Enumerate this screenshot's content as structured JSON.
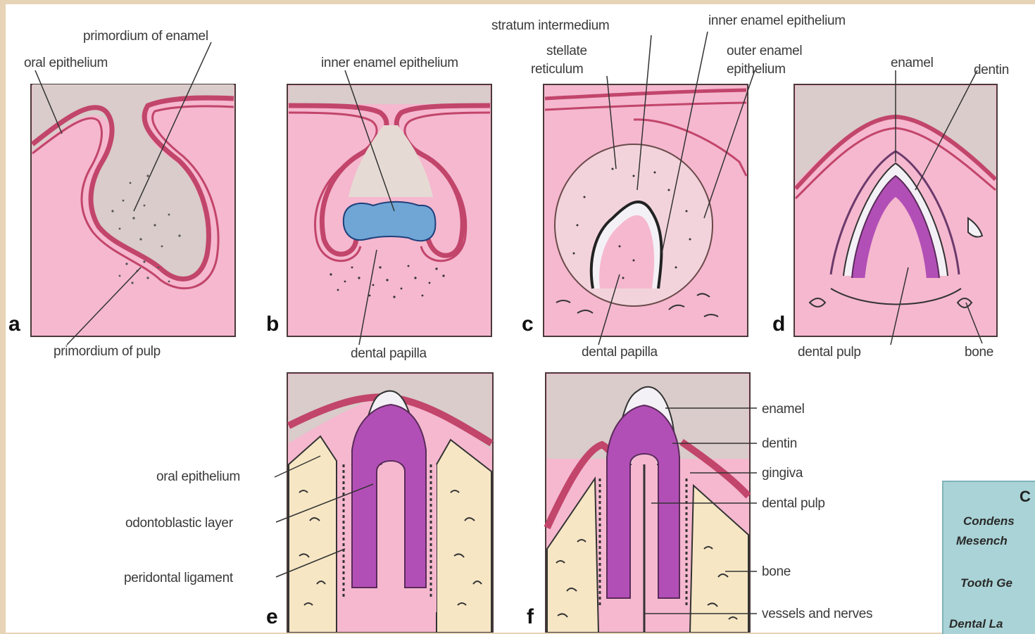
{
  "panels": {
    "a": {
      "letter": "a",
      "labels": {
        "primordium_enamel": "primordium of enamel",
        "oral_epithelium": "oral epithelium",
        "primordium_pulp": "primordium of pulp"
      }
    },
    "b": {
      "letter": "b",
      "labels": {
        "inner_enamel": "inner enamel epithelium",
        "dental_papilla": "dental papilla"
      }
    },
    "c": {
      "letter": "c",
      "labels": {
        "stratum": "stratum intermedium",
        "inner_enamel": "inner enamel epithelium",
        "stellate": "stellate",
        "reticulum": "reticulum",
        "outer_enamel": "outer enamel",
        "outer_enamel_2": "epithelium",
        "dental_papilla": "dental papilla"
      }
    },
    "d": {
      "letter": "d",
      "labels": {
        "enamel": "enamel",
        "dentin": "dentin",
        "dental_pulp": "dental pulp",
        "bone": "bone"
      }
    },
    "e": {
      "letter": "e",
      "labels": {
        "oral_epithelium": "oral epithelium",
        "odontoblastic": "odontoblastic layer",
        "periodontal": "peridontal ligament"
      }
    },
    "f": {
      "letter": "f",
      "labels": {
        "enamel": "enamel",
        "dentin": "dentin",
        "gingiva": "gingiva",
        "dental_pulp": "dental pulp",
        "bone": "bone",
        "vessels": "vessels and nerves"
      }
    }
  },
  "side_box": {
    "title": "C",
    "items": [
      "Condens",
      "Mesench",
      "Tooth Ge",
      "Dental La"
    ]
  },
  "colors": {
    "tissue_pink": "#f5b8cf",
    "epithelium_red": "#c2456b",
    "mucosa_gray": "#d9ccca",
    "dentin_purple": "#b24fb6",
    "enamel_white": "#f4f1f6",
    "bone_cream": "#f6e6c4",
    "papilla_blue": "#6fa6d6",
    "background": "#e7d3b5"
  }
}
